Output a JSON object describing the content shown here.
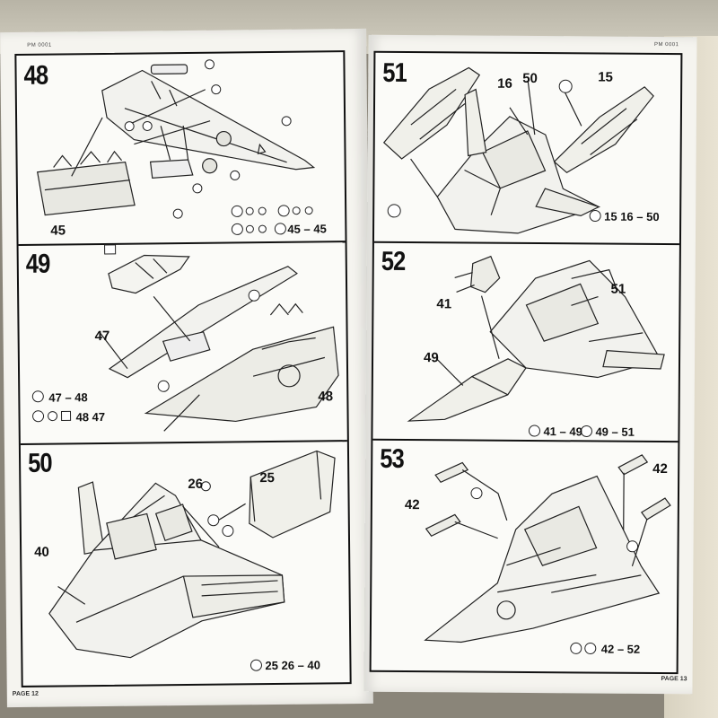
{
  "pages": {
    "left": {
      "code": "PM 0001",
      "footer": "PAGE 12",
      "steps": [
        {
          "number": "48",
          "part_labels": [
            "45"
          ],
          "legend": "45 – 45"
        },
        {
          "number": "49",
          "part_labels": [
            "47",
            "48"
          ],
          "legend_lines": [
            "47 – 48",
            "48 47"
          ]
        },
        {
          "number": "50",
          "part_labels": [
            "26",
            "25",
            "40"
          ],
          "legend": "25 26 – 40"
        }
      ]
    },
    "right": {
      "code": "PM 0001",
      "footer": "PAGE 13",
      "steps": [
        {
          "number": "51",
          "part_labels": [
            "16",
            "50",
            "15"
          ],
          "legend": "15 16 – 50"
        },
        {
          "number": "52",
          "part_labels": [
            "51",
            "41",
            "49"
          ],
          "legend_a": "41 – 49",
          "legend_b": "49 – 51"
        },
        {
          "number": "53",
          "part_labels": [
            "42",
            "42"
          ],
          "legend": "42 – 52"
        }
      ]
    }
  }
}
